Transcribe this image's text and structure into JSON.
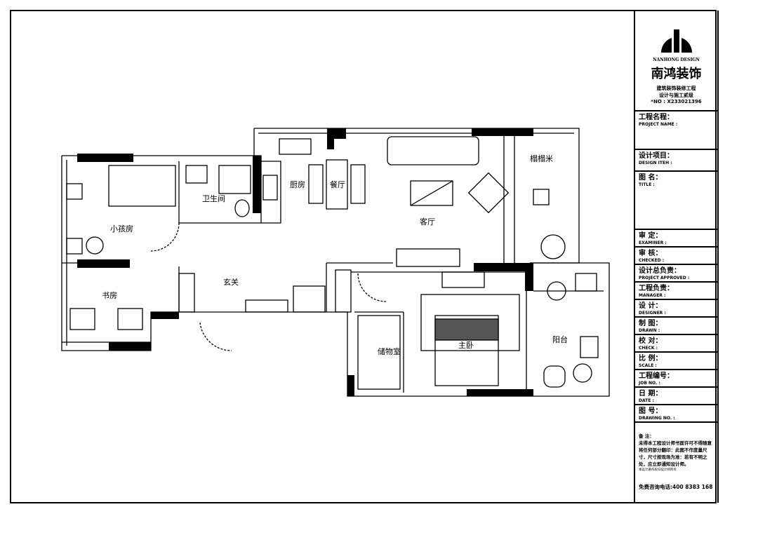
{
  "plan": {
    "rooms": {
      "kitchen": "厨房",
      "dining": "餐厅",
      "living": "客厅",
      "tatami": "榻榻米",
      "bathroom": "卫生间",
      "kids_room": "小孩房",
      "study": "书房",
      "entry": "玄关",
      "storage": "储物室",
      "master_bedroom": "主卧",
      "balcony": "阳台"
    }
  },
  "title_block": {
    "logo_text": "NANHONG DESIGN",
    "company": "南鸿装饰",
    "subtitle1": "建筑装饰装修工程",
    "subtitle2": "设计与施工贰级",
    "license_no": "*NO : X233021396",
    "fields": [
      {
        "cn": "工程名程：",
        "en": "PROJECT NAME :"
      },
      {
        "cn": "设计项目：",
        "en": "DESIGN ITEH :"
      },
      {
        "cn": "图 名：",
        "en": "TITLE :"
      },
      {
        "cn": "审 定：",
        "en": "EXAMINER :"
      },
      {
        "cn": "审 核：",
        "en": "CHECKED :"
      },
      {
        "cn": "设计总负责：",
        "en": "PROJECT APPROVED :"
      },
      {
        "cn": "工程负责：",
        "en": "MANAGER :"
      },
      {
        "cn": "设 计：",
        "en": "DESIGNER :"
      },
      {
        "cn": "制 图：",
        "en": "DRAWN :"
      },
      {
        "cn": "校 对：",
        "en": "CHECK :"
      },
      {
        "cn": "比 例：",
        "en": "SCALE :"
      },
      {
        "cn": "工程编号：",
        "en": "JOB NO. :"
      },
      {
        "cn": "日 期：",
        "en": "DATE :"
      },
      {
        "cn": "图 号：",
        "en": "DRAWING NO. :"
      }
    ],
    "notes_title": "备 注：",
    "notes": "未得本工程设计师书面许可不得随意将任何部分翻印：此图不作度量尺寸，尺寸按现场为准：若有不明之处，应立即通知设计师。",
    "notes_small": "本设计著作权归设计师所有",
    "phone": "免费咨询电话:400 8383 168"
  }
}
